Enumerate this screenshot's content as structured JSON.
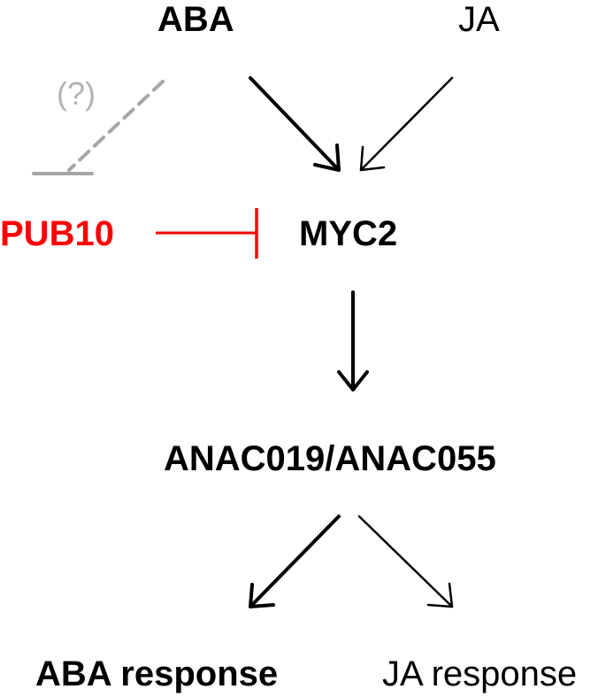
{
  "nodes": {
    "aba": "ABA",
    "ja": "JA",
    "unknown": "(?)",
    "pub10": "PUB10",
    "myc2": "MYC2",
    "anac": "ANAC019/ANAC055",
    "aba_response": "ABA response",
    "ja_response": "JA response"
  },
  "colors": {
    "activation": "#000000",
    "inhibition": "#ff0000",
    "uncertain": "#a6a6a6",
    "uncertain_text": "#b3b3b3"
  }
}
